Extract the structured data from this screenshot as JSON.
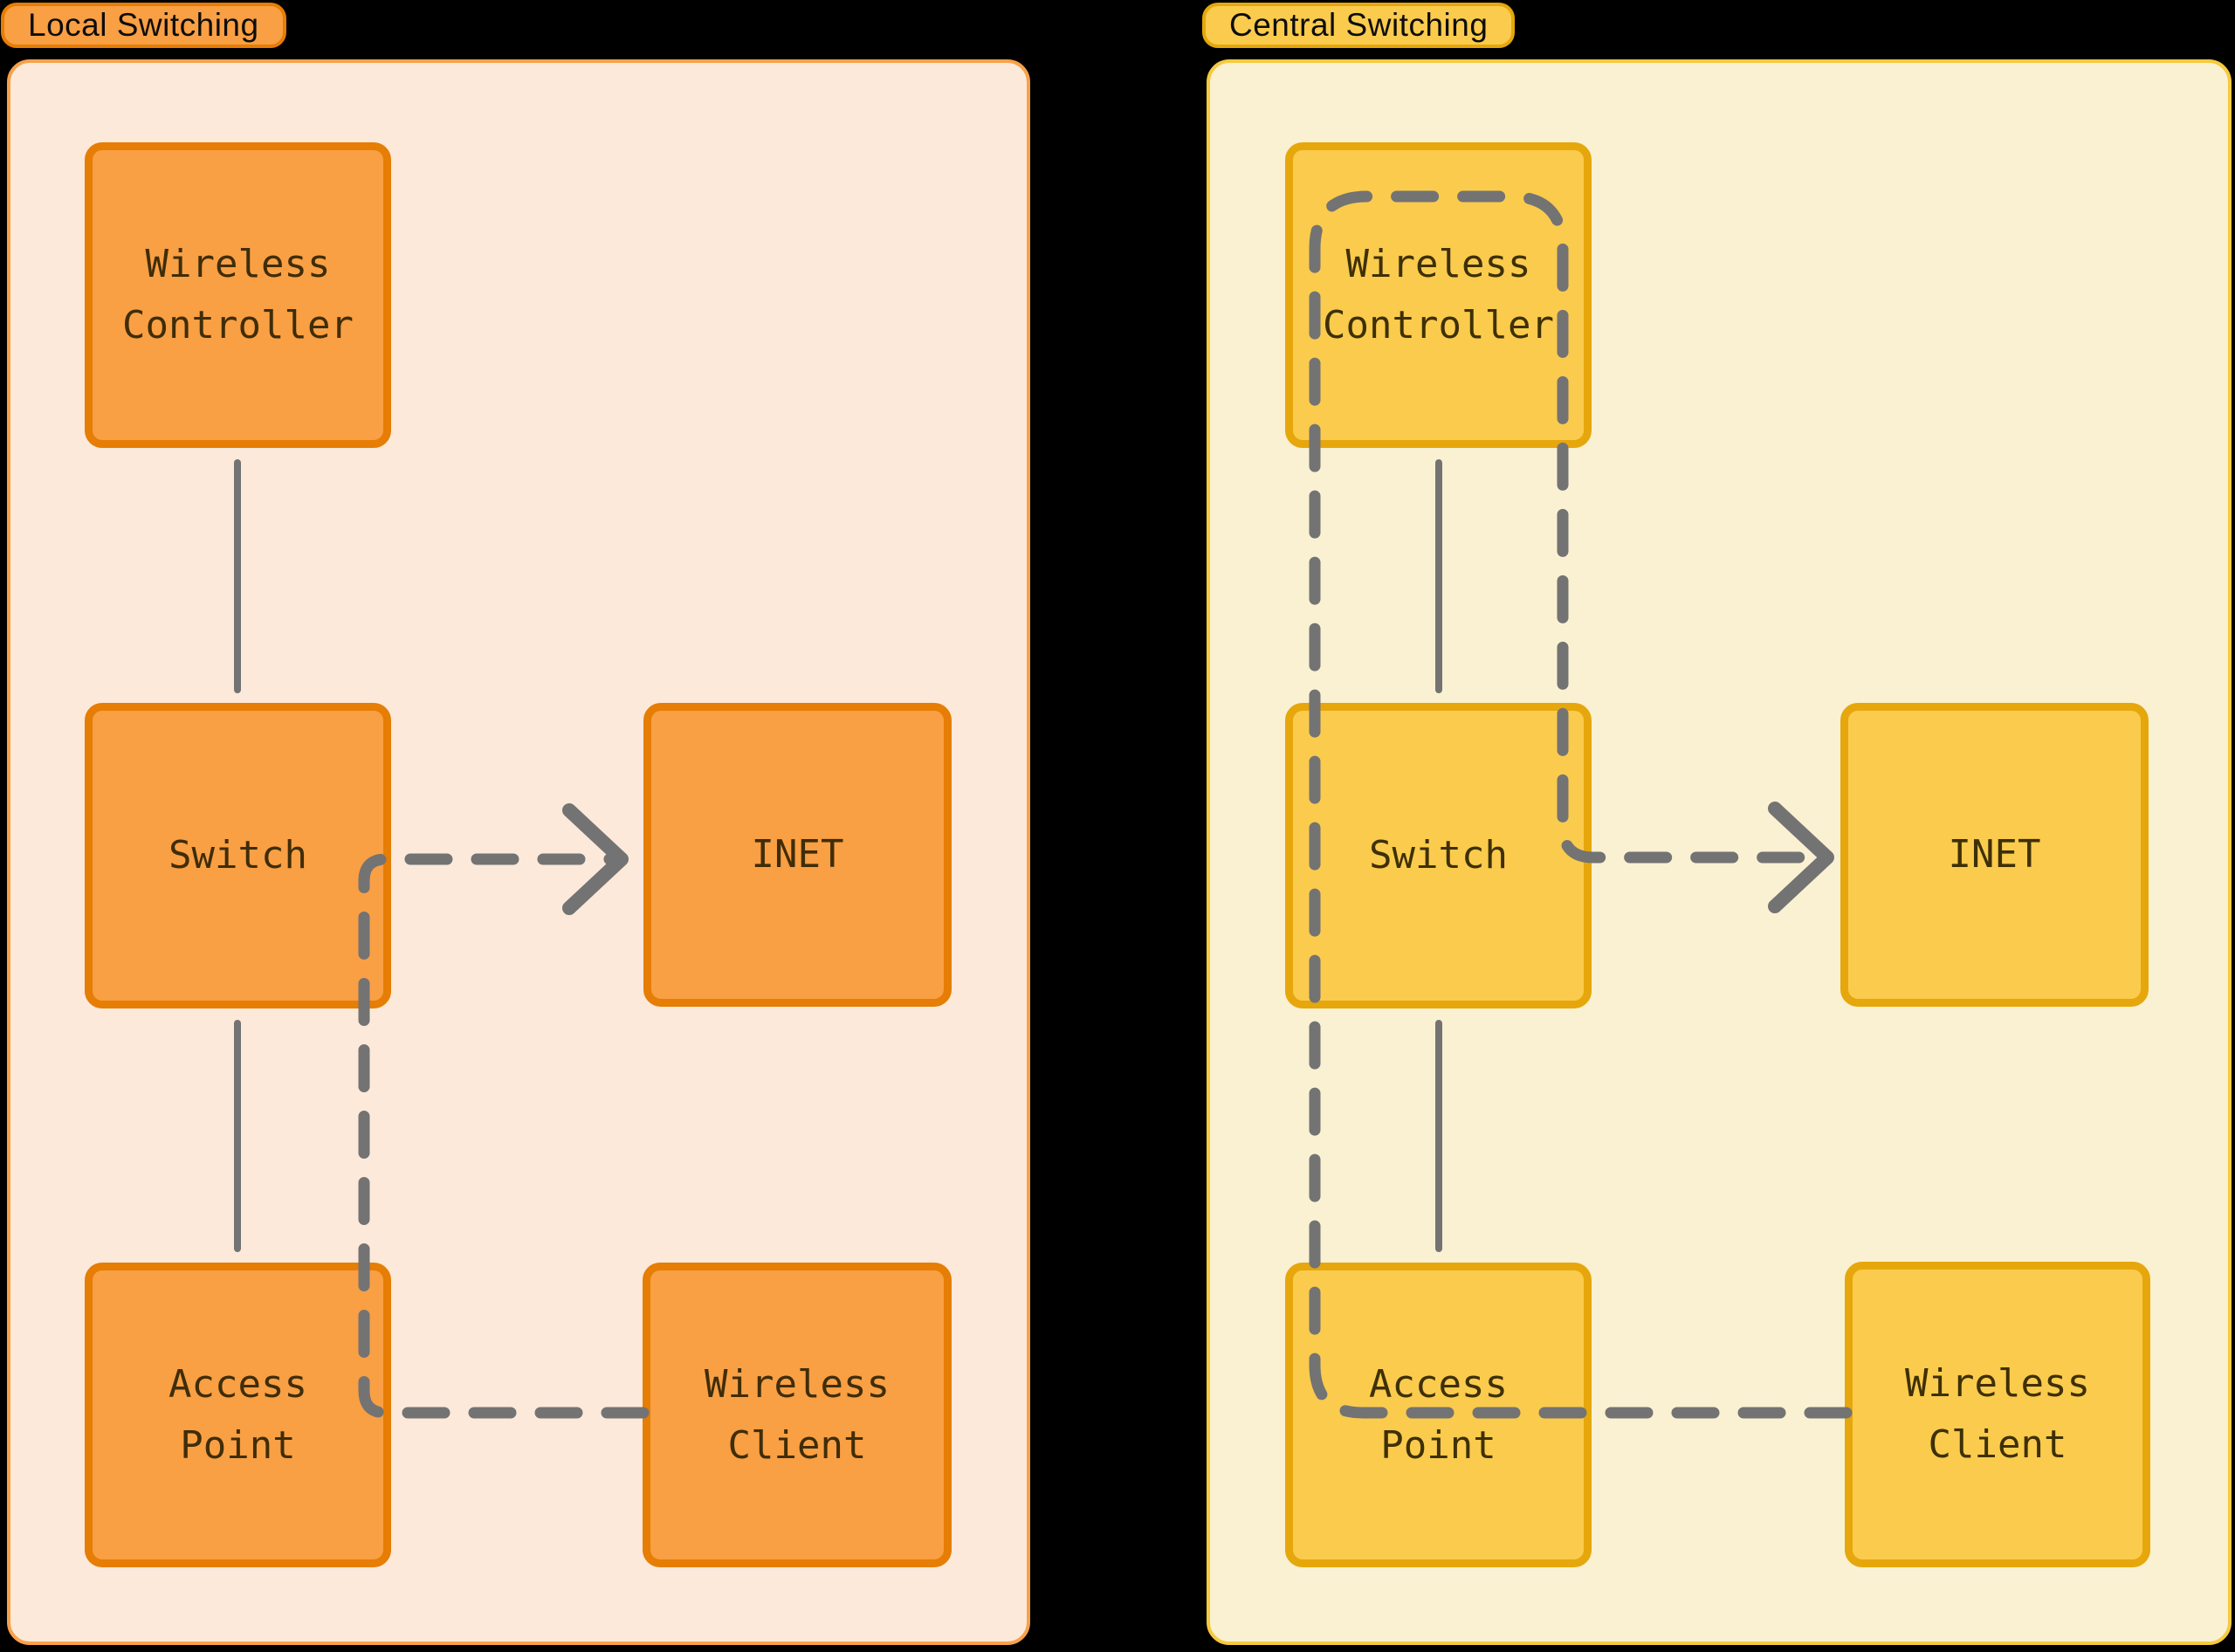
{
  "colors": {
    "canvas_bg": "#000000",
    "line_gray": "#737373",
    "badge_text": "#0d0d0d",
    "local_panel_bg": "#FCE9DA",
    "local_panel_border": "#F7A14B",
    "local_box_bg": "#F99F44",
    "local_box_border": "#E67D04",
    "local_text": "#3F2D08",
    "central_panel_bg": "#FAF1D2",
    "central_panel_border": "#F6C93F",
    "central_box_bg": "#FACB4D",
    "central_box_border": "#E6A70C",
    "central_text": "#3E3006"
  },
  "panels": [
    {
      "title": "Local Switching",
      "nodes": {
        "controller": "Wireless\nController",
        "switch": "Switch",
        "inet": "INET",
        "ap": "Access\nPoint",
        "client": "Wireless\nClient"
      }
    },
    {
      "title": "Central Switching",
      "nodes": {
        "controller": "Wireless\nController",
        "switch": "Switch",
        "inet": "INET",
        "ap": "Access\nPoint",
        "client": "Wireless\nClient"
      }
    }
  ]
}
